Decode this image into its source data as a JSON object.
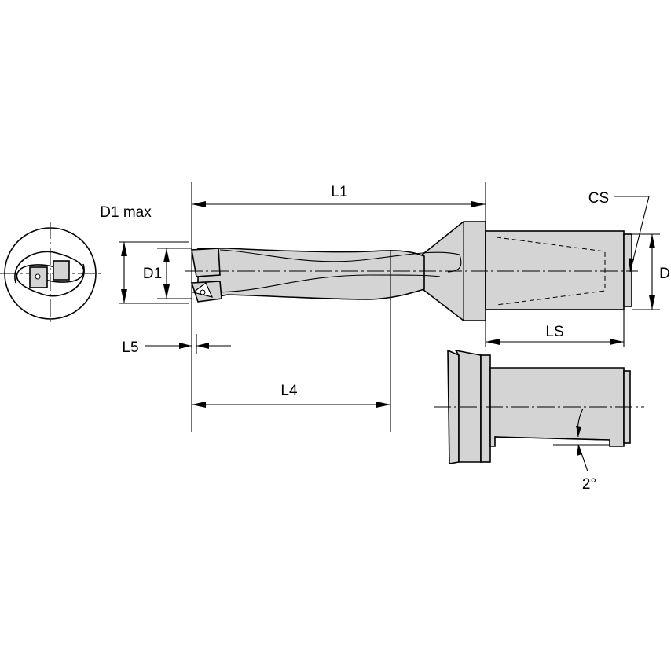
{
  "diagram": {
    "labels": {
      "l1": "L1",
      "d1_max": "D1 max",
      "d1": "D1",
      "l5": "L5",
      "l4": "L4",
      "cs": "CS",
      "d": "D",
      "ls": "LS",
      "angle": "2°"
    },
    "colors": {
      "body_fill": "#d4d4d4",
      "line": "#000000",
      "background": "#ffffff"
    }
  }
}
